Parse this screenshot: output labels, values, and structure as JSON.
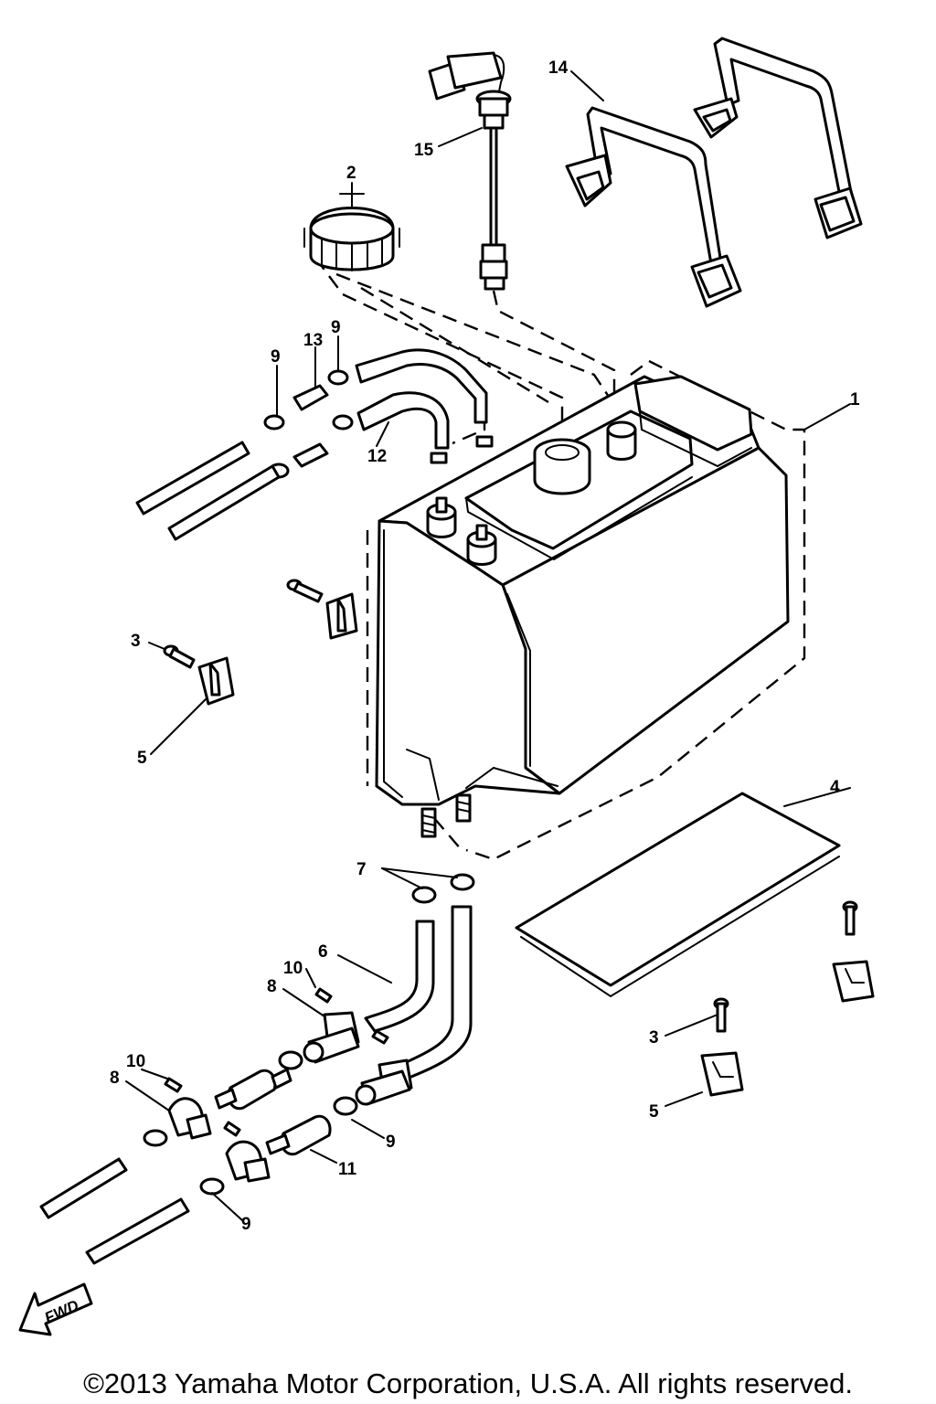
{
  "callouts": {
    "c1": "1",
    "c2": "2",
    "c3a": "3",
    "c3b": "3",
    "c4": "4",
    "c5a": "5",
    "c5b": "5",
    "c6": "6",
    "c7": "7",
    "c8a": "8",
    "c8b": "8",
    "c9a": "9",
    "c9b": "9",
    "c9c": "9",
    "c9d": "9",
    "c10a": "10",
    "c10b": "10",
    "c11": "11",
    "c12": "12",
    "c13": "13",
    "c14": "14",
    "c15": "15"
  },
  "fwd_label": "FWD",
  "copyright": "©2013 Yamaha Motor Corporation, U.S.A. All rights reserved.",
  "icons": {
    "fwd": "fwd-arrow-icon"
  }
}
